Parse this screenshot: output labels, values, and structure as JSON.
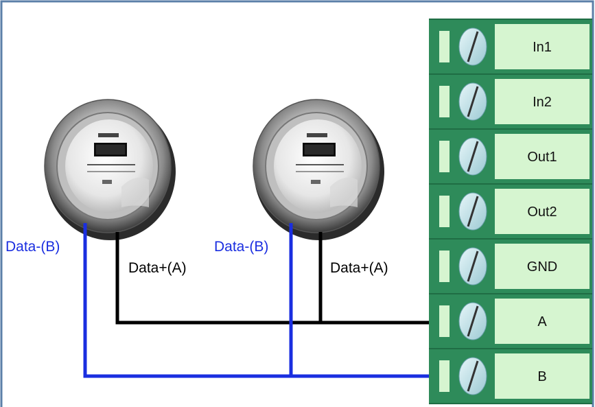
{
  "colors": {
    "frame": "#5b7fa8",
    "terminal_dark": "#2e8b5a",
    "terminal_light": "#d6f5d0",
    "wire_data_minus": "#1a2ee0",
    "wire_data_plus": "#000000"
  },
  "terminal_block": {
    "terminals": [
      "In1",
      "In2",
      "Out1",
      "Out2",
      "GND",
      "A",
      "B"
    ]
  },
  "meters": [
    {
      "icon": "electric-meter-icon"
    },
    {
      "icon": "electric-meter-icon"
    }
  ],
  "wires": {
    "meter1_data_minus": "Data-(B)",
    "meter1_data_plus": "Data+(A)",
    "meter2_data_minus": "Data-(B)",
    "meter2_data_plus": "Data+(A)"
  }
}
